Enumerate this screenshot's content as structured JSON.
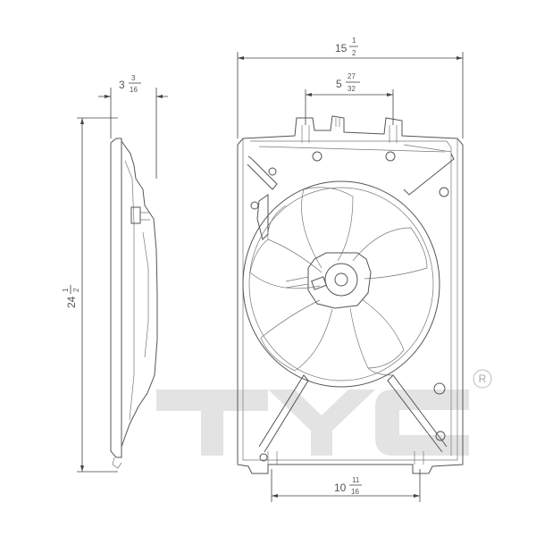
{
  "dimensions": {
    "overall_width": {
      "whole": "15",
      "num": "1",
      "den": "2"
    },
    "bracket_spacing": {
      "whole": "5",
      "num": "27",
      "den": "32"
    },
    "depth": {
      "whole": "3",
      "num": "3",
      "den": "16"
    },
    "height": {
      "whole": "24",
      "num": "1",
      "den": "2"
    },
    "bottom_spacing": {
      "whole": "10",
      "num": "11",
      "den": "16"
    }
  },
  "watermark": {
    "letters": "TYC",
    "registered_mark": "R"
  },
  "colors": {
    "line": "#555555",
    "watermark": "#e3e3e3"
  }
}
